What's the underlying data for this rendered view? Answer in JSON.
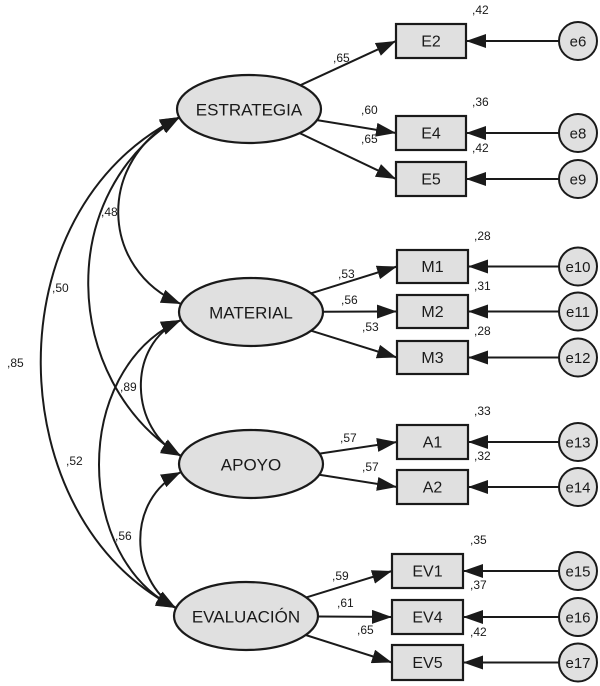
{
  "diagram": {
    "type": "structural-equation-model",
    "latent_factors": [
      {
        "id": "estrategia",
        "label": "ESTRATEGIA"
      },
      {
        "id": "material",
        "label": "MATERIAL"
      },
      {
        "id": "apoyo",
        "label": "APOYO"
      },
      {
        "id": "evaluacion",
        "label": "EVALUACIÓN"
      }
    ],
    "indicators": [
      {
        "id": "E2",
        "label": "E2",
        "factor": "estrategia",
        "loading": ",65",
        "r2": ",42",
        "error": "e6"
      },
      {
        "id": "E4",
        "label": "E4",
        "factor": "estrategia",
        "loading": ",60",
        "r2": ",36",
        "error": "e8"
      },
      {
        "id": "E5",
        "label": "E5",
        "factor": "estrategia",
        "loading": ",65",
        "r2": ",42",
        "error": "e9"
      },
      {
        "id": "M1",
        "label": "M1",
        "factor": "material",
        "loading": ",53",
        "r2": ",28",
        "error": "e10"
      },
      {
        "id": "M2",
        "label": "M2",
        "factor": "material",
        "loading": ",56",
        "r2": ",31",
        "error": "e11"
      },
      {
        "id": "M3",
        "label": "M3",
        "factor": "material",
        "loading": ",53",
        "r2": ",28",
        "error": "e12"
      },
      {
        "id": "A1",
        "label": "A1",
        "factor": "apoyo",
        "loading": ",57",
        "r2": ",33",
        "error": "e13"
      },
      {
        "id": "A2",
        "label": "A2",
        "factor": "apoyo",
        "loading": ",57",
        "r2": ",32",
        "error": "e14"
      },
      {
        "id": "EV1",
        "label": "EV1",
        "factor": "evaluacion",
        "loading": ",59",
        "r2": ",35",
        "error": "e15"
      },
      {
        "id": "EV4",
        "label": "EV4",
        "factor": "evaluacion",
        "loading": ",61",
        "r2": ",37",
        "error": "e16"
      },
      {
        "id": "EV5",
        "label": "EV5",
        "factor": "evaluacion",
        "loading": ",65",
        "r2": ",42",
        "error": "e17"
      }
    ],
    "correlations": [
      {
        "from": "estrategia",
        "to": "material",
        "value": ",48"
      },
      {
        "from": "estrategia",
        "to": "apoyo",
        "value": ",50"
      },
      {
        "from": "estrategia",
        "to": "evaluacion",
        "value": ",85"
      },
      {
        "from": "material",
        "to": "apoyo",
        "value": ",89"
      },
      {
        "from": "material",
        "to": "evaluacion",
        "value": ",52"
      },
      {
        "from": "apoyo",
        "to": "evaluacion",
        "value": ",56"
      }
    ],
    "colors": {
      "node_fill": "#e0e0e0",
      "stroke": "#1a1a1a",
      "background": "#ffffff"
    }
  }
}
